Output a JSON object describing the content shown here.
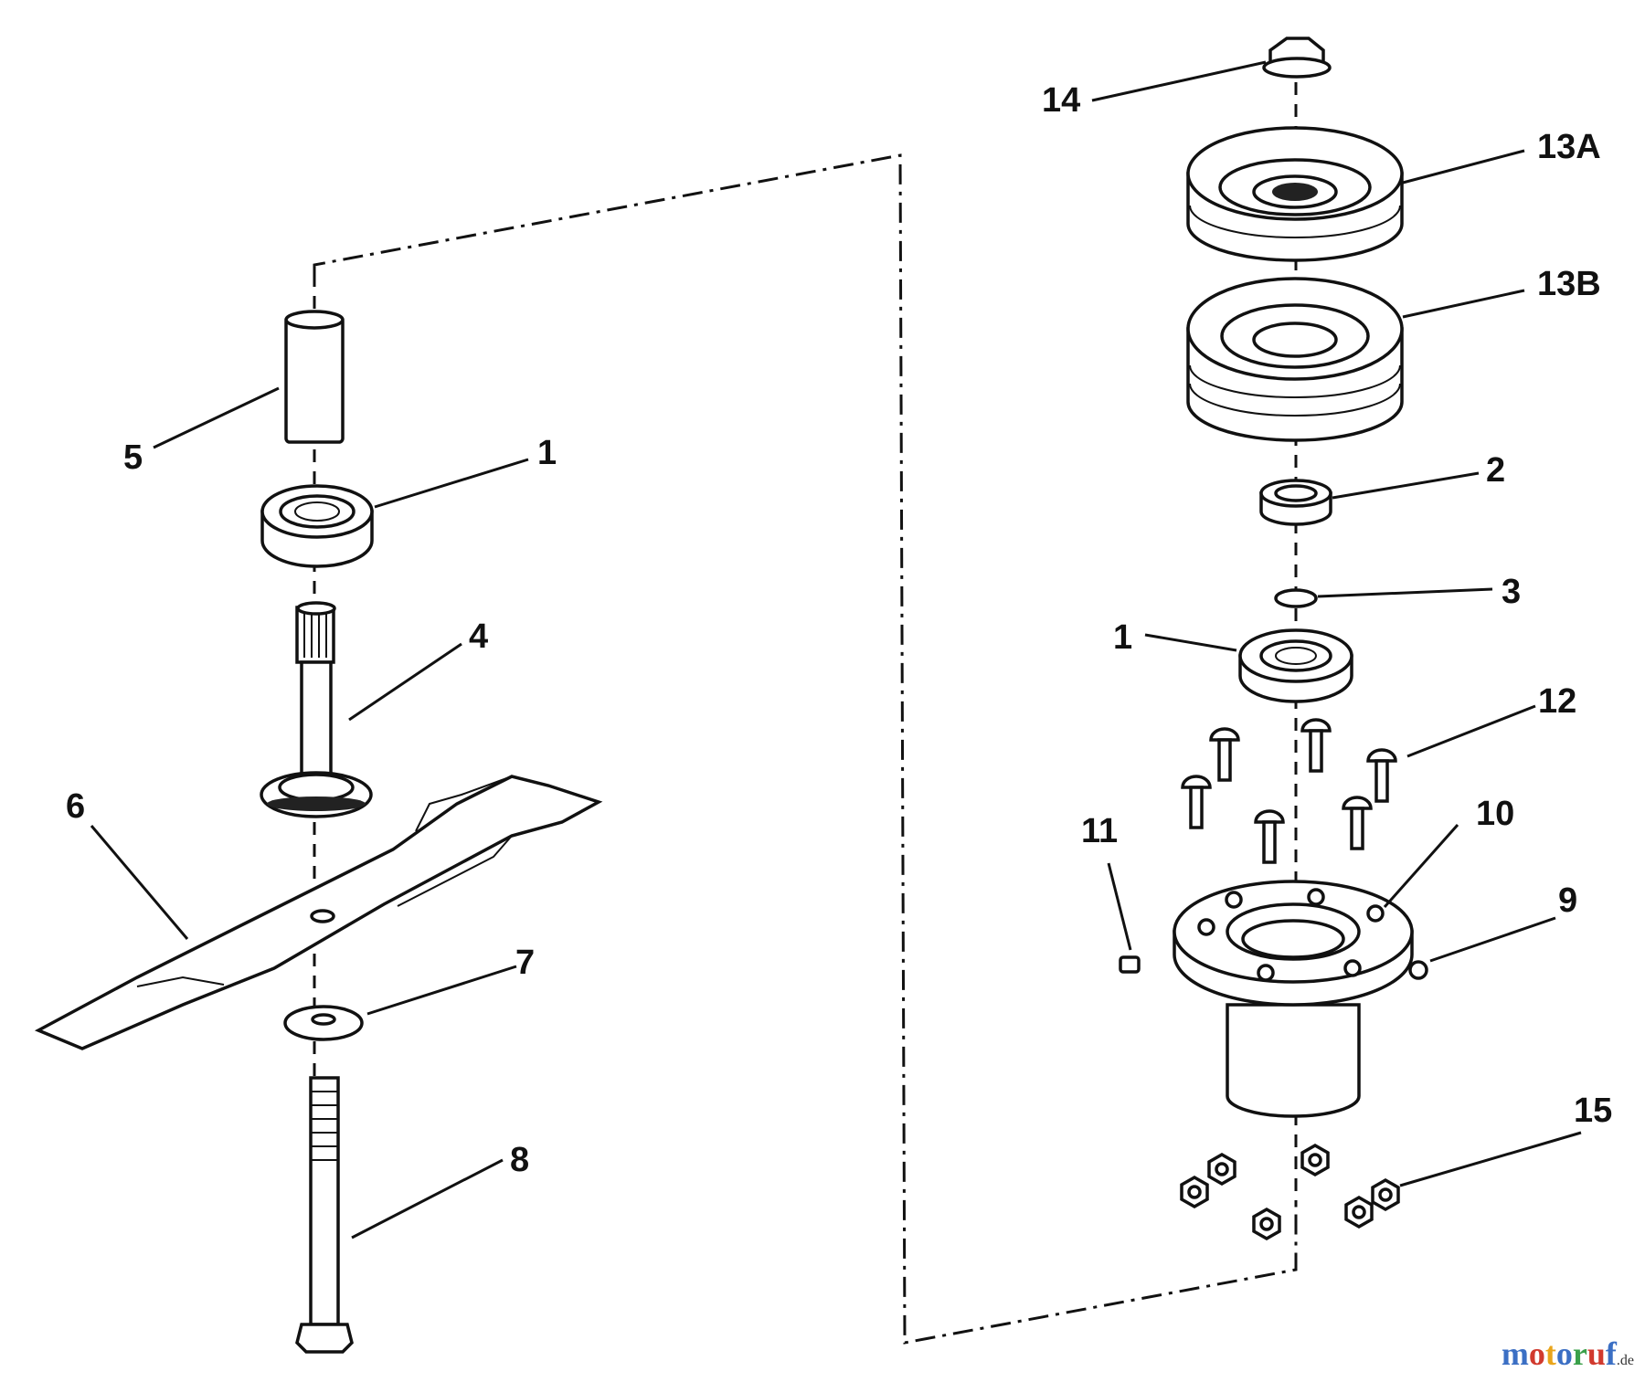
{
  "callouts": {
    "c1a": "1",
    "c1b": "1",
    "c2": "2",
    "c3": "3",
    "c4": "4",
    "c5": "5",
    "c6": "6",
    "c7": "7",
    "c8": "8",
    "c9": "9",
    "c10": "10",
    "c11": "11",
    "c12": "12",
    "c13a": "13A",
    "c13b": "13B",
    "c14": "14",
    "c15": "15"
  },
  "watermark": {
    "text": "motoruf",
    "suffix": ".de",
    "colors": [
      "#3b6fc4",
      "#d13a2e",
      "#e9a51b",
      "#3b6fc4",
      "#3aa04a",
      "#d13a2e",
      "#3b6fc4"
    ]
  }
}
